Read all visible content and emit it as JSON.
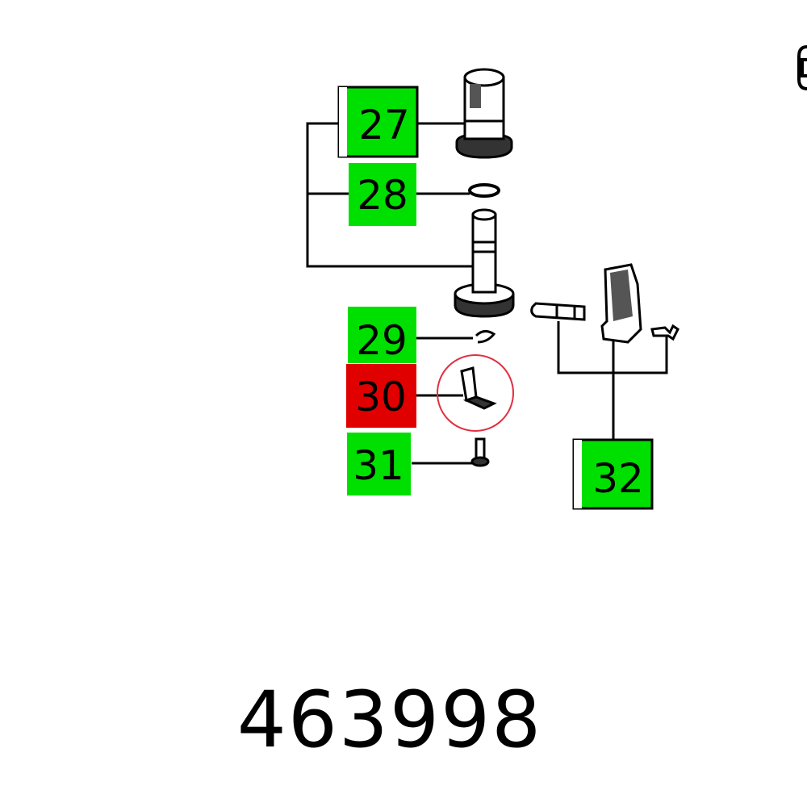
{
  "part_number": "463998",
  "highlight_color": "#e00000",
  "label_color": "#00e000",
  "callouts": [
    {
      "id": "27",
      "state": "available"
    },
    {
      "id": "28",
      "state": "available"
    },
    {
      "id": "29",
      "state": "available"
    },
    {
      "id": "30",
      "state": "selected"
    },
    {
      "id": "31",
      "state": "available"
    },
    {
      "id": "32",
      "state": "available"
    }
  ]
}
